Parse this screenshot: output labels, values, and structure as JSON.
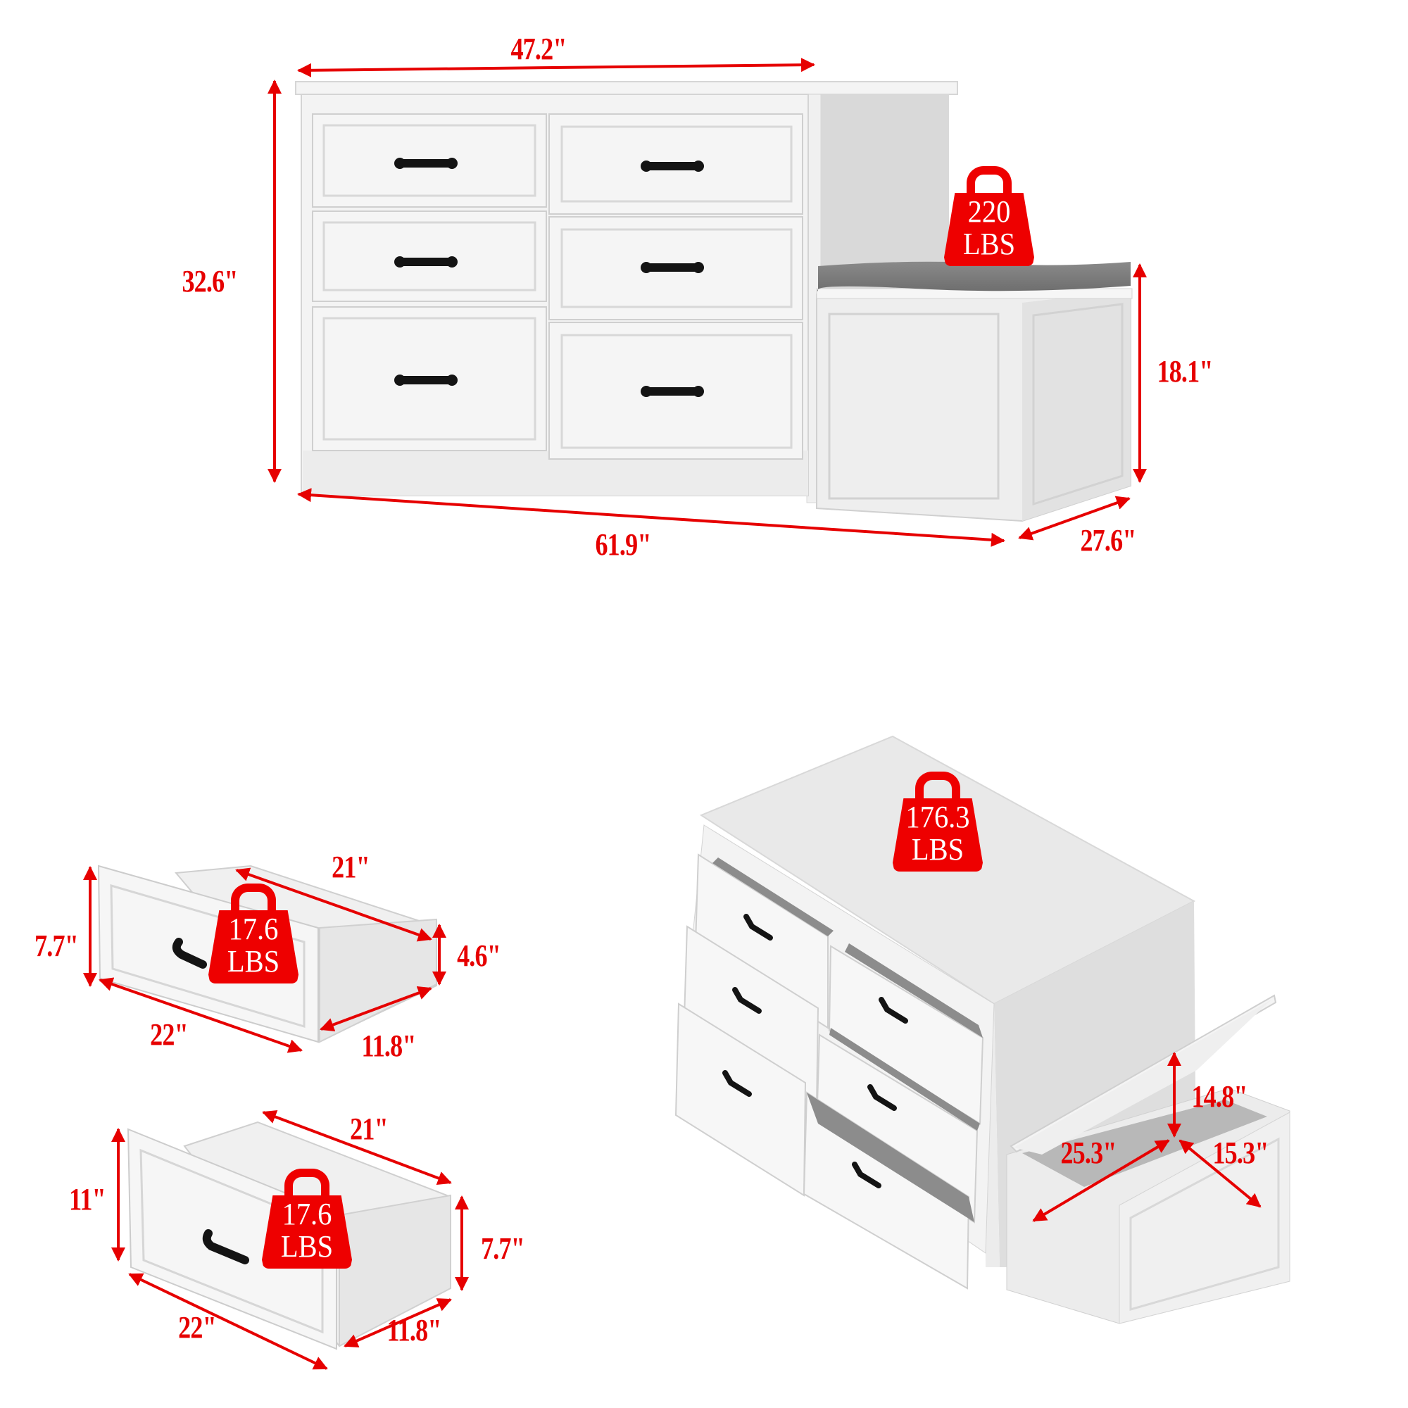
{
  "title": "Dresser with storage bench – product dimension diagram",
  "colors": {
    "annotation_red": "#e60000",
    "badge_red": "#ee0000",
    "furniture_white": "#f2f2f2",
    "panel_shadow": "#dcdcdc",
    "cushion_gray": "#7a7a7a",
    "handle_black": "#141414",
    "drawer_interior": "#8c8c8c"
  },
  "front_view": {
    "width_top": "47.2\"",
    "height_total": "32.6\"",
    "width_total": "61.9\"",
    "depth": "27.6\"",
    "bench_height": "18.1\"",
    "bench_load": {
      "value": "220",
      "unit": "LBS"
    },
    "drawer_count": 6,
    "bench_cushion": "gray cushion"
  },
  "small_drawer": {
    "front_height": "7.7\"",
    "depth": "21\"",
    "side_height": "4.6\"",
    "front_width": "22\"",
    "inner_width": "11.8\"",
    "load": {
      "value": "17.6",
      "unit": "LBS"
    }
  },
  "large_drawer": {
    "front_height": "11\"",
    "depth": "21\"",
    "side_height": "7.7\"",
    "front_width": "22\"",
    "inner_width": "11.8\"",
    "load": {
      "value": "17.6",
      "unit": "LBS"
    }
  },
  "iso_view": {
    "top_load": {
      "value": "176.3",
      "unit": "LBS"
    },
    "bench_storage_height": "14.8\"",
    "bench_storage_length": "25.3\"",
    "bench_storage_width": "15.3\""
  }
}
